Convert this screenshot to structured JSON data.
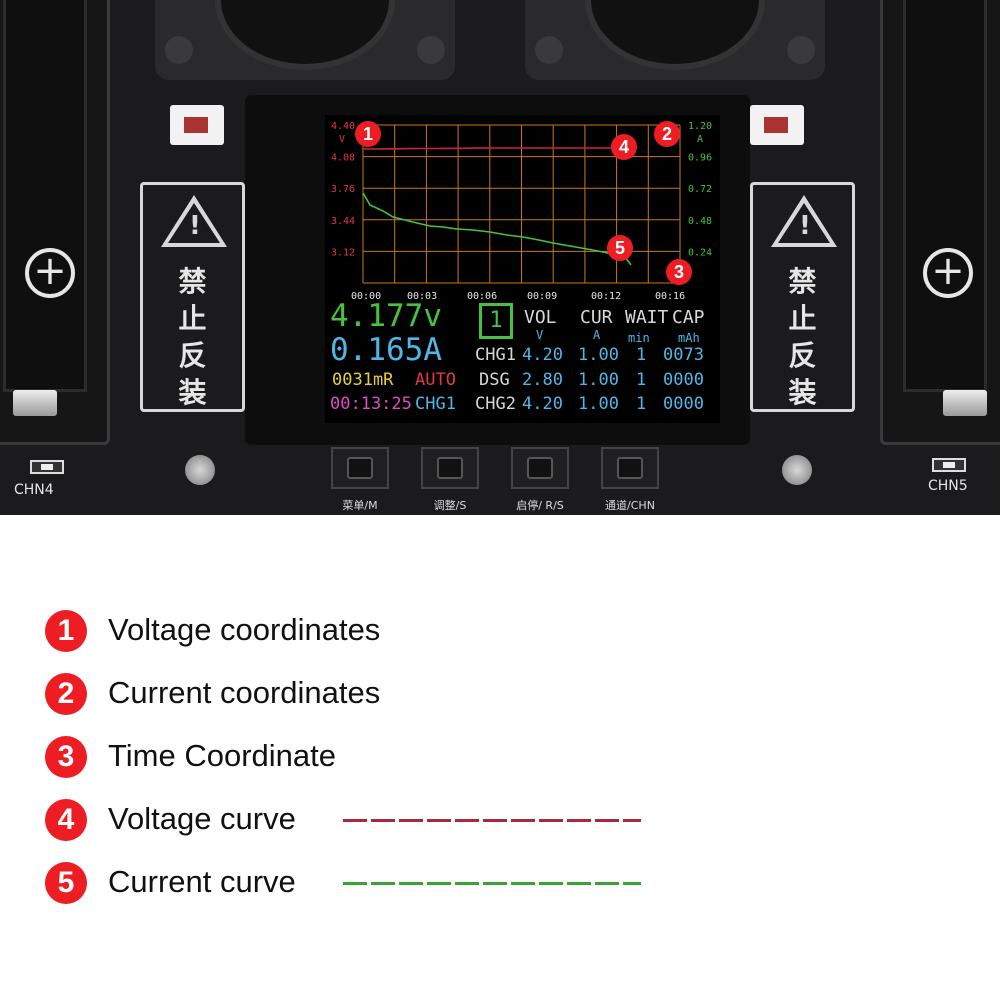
{
  "board": {
    "channel_left": "CHN4",
    "channel_right": "CHN5",
    "warning_text": [
      "禁",
      "止",
      "反",
      "装"
    ],
    "buttons": [
      {
        "label": "菜单/M"
      },
      {
        "label": "调整/S"
      },
      {
        "label": "启停/ R/S"
      },
      {
        "label": "通道/CHN"
      }
    ]
  },
  "screen": {
    "chart": {
      "y_left_ticks": [
        "4.40",
        "4.08",
        "3.76",
        "3.44",
        "3.12"
      ],
      "y_left_unit": "V",
      "y_right_ticks": [
        "1.20",
        "0.96",
        "0.72",
        "0.48",
        "0.24"
      ],
      "y_right_unit": "A",
      "x_ticks": [
        "00:00",
        "00:03",
        "00:06",
        "00:09",
        "00:12",
        "00:16"
      ]
    },
    "voltage": "4.177v",
    "current": "0.165A",
    "resistance": "0031mR",
    "mode": "AUTO",
    "elapsed": "00:13:25",
    "active_step": "CHG1",
    "channel_number": "1",
    "table": {
      "headers": [
        "VOL",
        "CUR",
        "WAIT",
        "CAP"
      ],
      "units": [
        "V",
        "A",
        "min",
        "mAh"
      ],
      "rows": [
        {
          "name": "CHG1",
          "vol": "4.20",
          "cur": "1.00",
          "wait": "1",
          "cap": "0073"
        },
        {
          "name": "DSG",
          "vol": "2.80",
          "cur": "1.00",
          "wait": "1",
          "cap": "0000"
        },
        {
          "name": "CHG2",
          "vol": "4.20",
          "cur": "1.00",
          "wait": "1",
          "cap": "0000"
        }
      ]
    },
    "markers": [
      "1",
      "2",
      "3",
      "4",
      "5"
    ]
  },
  "legend": [
    {
      "number": "1",
      "label": "Voltage coordinates"
    },
    {
      "number": "2",
      "label": "Current coordinates"
    },
    {
      "number": "3",
      "label": "Time Coordinate"
    },
    {
      "number": "4",
      "label": "Voltage curve",
      "line_color": "#a8293c"
    },
    {
      "number": "5",
      "label": "Current curve",
      "line_color": "#3aa335"
    }
  ],
  "colors": {
    "voltage_curve": "#c8243a",
    "current_curve": "#46c23f",
    "grid": "#c8771f",
    "badge": "#ee1d23"
  }
}
